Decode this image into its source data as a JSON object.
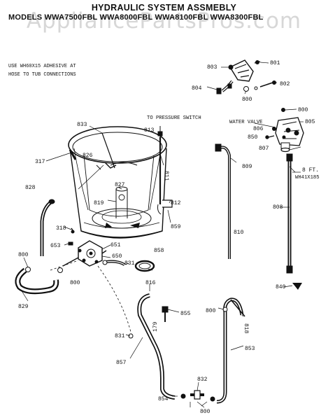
{
  "title": "HYDRAULIC SYSTEM ASSMEBLY",
  "models_line": "MODELS  WWA7500FBL  WWA8000FBL  WWA8100FBL  WWA8300FBL",
  "watermark": "AppliancePartsPros.com",
  "note_line1": "USE WH60X15 ADHESIVE AT",
  "note_line2": "HOSE TO TUB CONNECTIONS",
  "pressure_switch_label": "TO PRESSURE SWITCH",
  "water_valve_label": "WATER VALVE",
  "hose_length_line1": "8 FT.",
  "hose_length_line2": "WH41X185",
  "parts": {
    "p317": "317",
    "p318": "318",
    "p653": "653",
    "p651": "651",
    "p650": "650",
    "p800": "800",
    "p801": "801",
    "p802": "802",
    "p803": "803",
    "p804": "804",
    "p805": "805",
    "p806": "806",
    "p807": "807",
    "p808": "808",
    "p809": "809",
    "p810": "810",
    "p811": "811",
    "p812": "812",
    "p813": "813",
    "p816": "816",
    "p818": "818",
    "p819": "819",
    "p826": "826",
    "p827": "827",
    "p828": "828",
    "p829": "829",
    "p831": "831",
    "p832": "832",
    "p833": "833",
    "p840": "840",
    "p850": "850",
    "p853": "853",
    "p854": "854",
    "p855": "855",
    "p857": "857",
    "p858": "858",
    "p859": "859",
    "p179": "179"
  }
}
